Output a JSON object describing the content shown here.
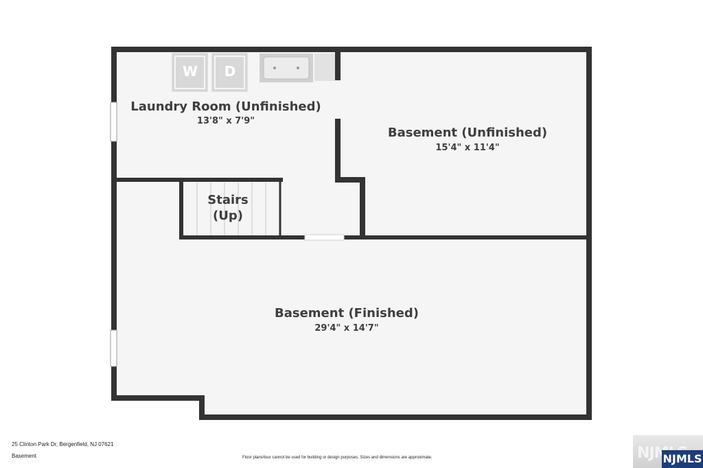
{
  "rooms": {
    "laundry": {
      "name": "Laundry Room (Unfinished)",
      "dims": "13'8\" x 7'9\""
    },
    "basement_unfinished": {
      "name": "Basement (Unfinished)",
      "dims": "15'4\" x 11'4\""
    },
    "basement_finished": {
      "name": "Basement (Finished)",
      "dims": "29'4\" x 14'7\""
    },
    "stairs": {
      "line1": "Stairs",
      "line2": "(Up)"
    }
  },
  "appliances": {
    "washer": "W",
    "dryer": "D"
  },
  "footer": {
    "address": "25 Clinton Park Dr, Bergenfield, NJ 07621",
    "level": "Basement",
    "disclaimer": "Floor plans/tour cannot be used for building or design purposes. Sizes and dimensions are approximate."
  },
  "watermark": {
    "text": "NJMLS",
    "badge": "NJMLS"
  },
  "colors": {
    "wall": "#333333",
    "floor": "#f5f5f5",
    "appliance": "#d8d8d8"
  }
}
